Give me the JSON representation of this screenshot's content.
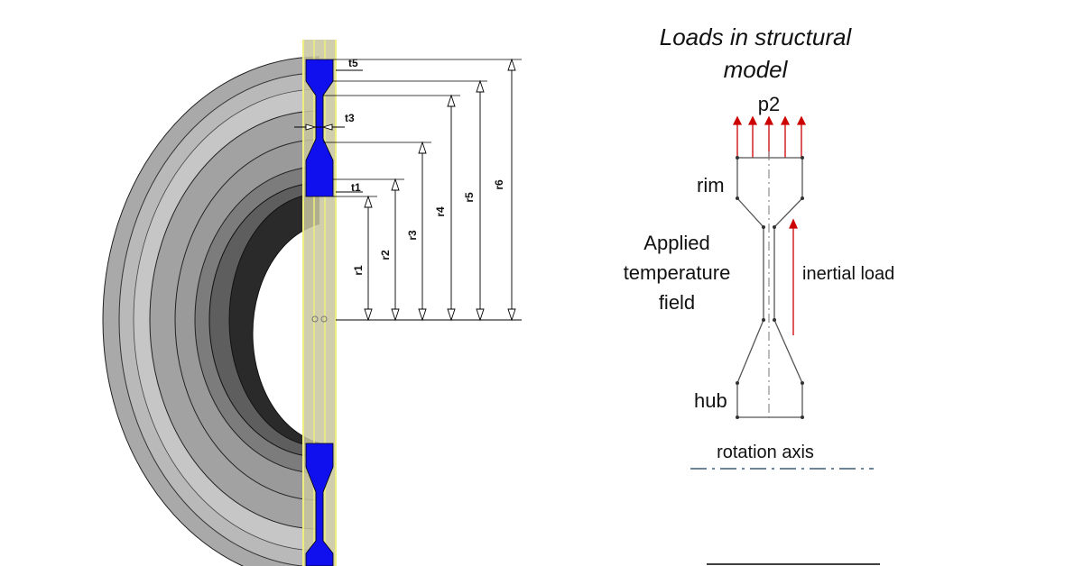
{
  "dimensions": {
    "t5": "t5",
    "t3": "t3",
    "t1": "t1",
    "r1": "r1",
    "r2": "r2",
    "r3": "r3",
    "r4": "r4",
    "r5": "r5",
    "r6": "r6"
  },
  "structural_model": {
    "title_line1": "Loads in structural",
    "title_line2": "model",
    "p2": "p2",
    "rim": "rim",
    "hub": "hub",
    "applied_line1": "Applied",
    "applied_line2": "temperature",
    "applied_line3": "field",
    "inertial_load": "inertial load",
    "rotation_axis": "rotation axis"
  },
  "colors": {
    "disk_section": "#1010ee",
    "slice_band": "#c8c59f",
    "slice_outline": "#f2f28a",
    "load_arrows": "#cc0000",
    "disk_gray": "#a8a8a8"
  }
}
